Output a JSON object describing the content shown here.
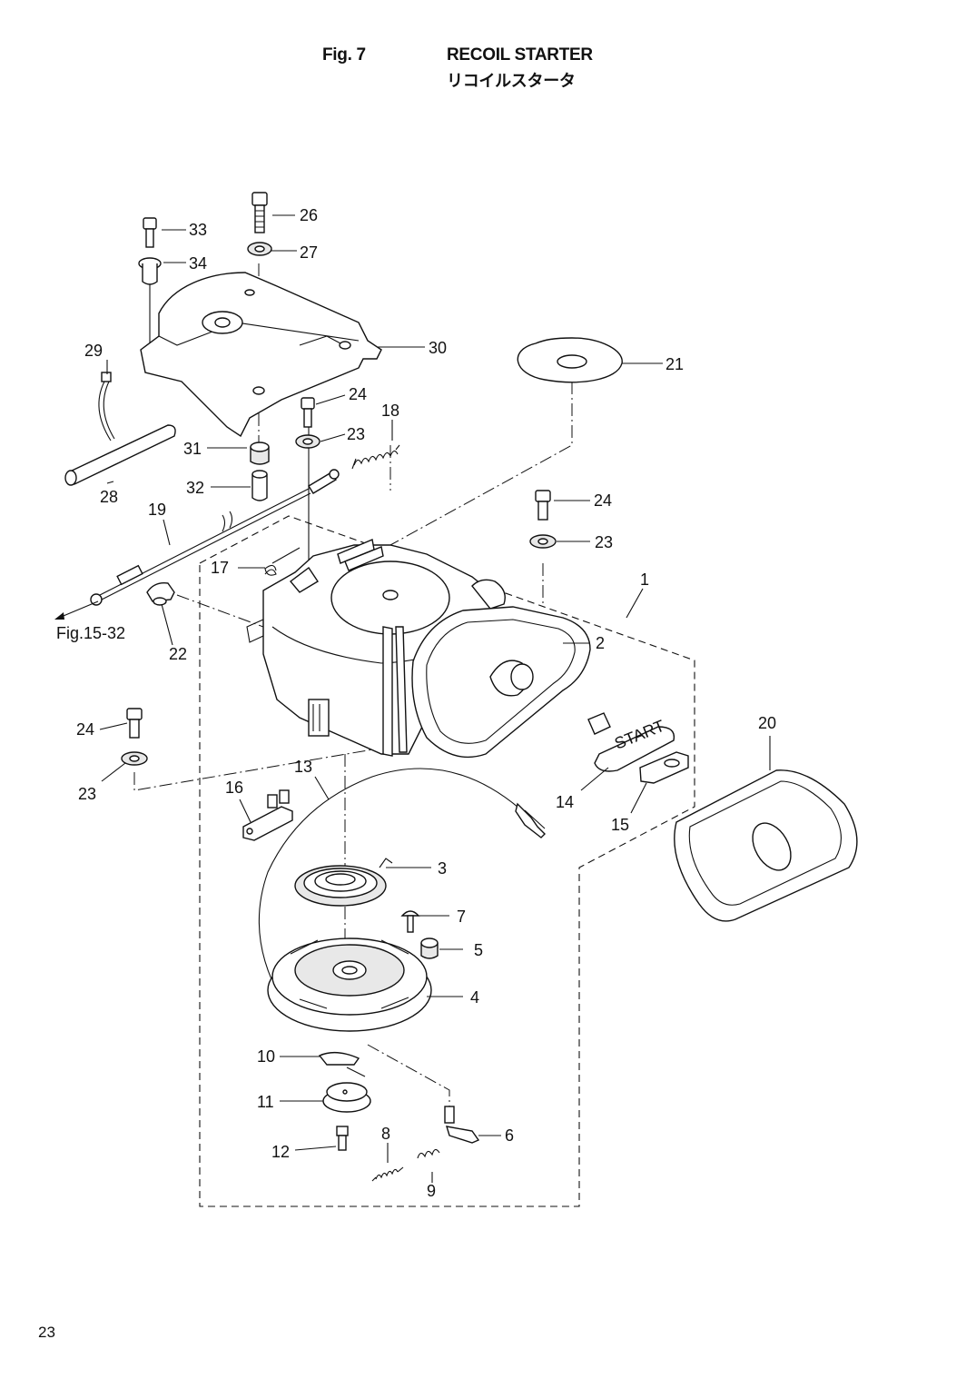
{
  "header": {
    "fig_number": "Fig. 7",
    "title_en": "RECOIL STARTER",
    "title_jp": "リコイルスタータ"
  },
  "page_number": "23",
  "references": [
    {
      "id": "ref-fig15",
      "text": "Fig.15-32"
    }
  ],
  "callouts": [
    {
      "id": "1",
      "text": "1"
    },
    {
      "id": "2",
      "text": "2"
    },
    {
      "id": "3",
      "text": "3"
    },
    {
      "id": "4",
      "text": "4"
    },
    {
      "id": "5",
      "text": "5"
    },
    {
      "id": "6",
      "text": "6"
    },
    {
      "id": "7",
      "text": "7"
    },
    {
      "id": "8",
      "text": "8"
    },
    {
      "id": "9",
      "text": "9"
    },
    {
      "id": "10",
      "text": "10"
    },
    {
      "id": "11",
      "text": "11"
    },
    {
      "id": "12",
      "text": "12"
    },
    {
      "id": "13",
      "text": "13"
    },
    {
      "id": "14",
      "text": "14"
    },
    {
      "id": "15",
      "text": "15"
    },
    {
      "id": "16",
      "text": "16"
    },
    {
      "id": "17",
      "text": "17"
    },
    {
      "id": "18",
      "text": "18"
    },
    {
      "id": "19",
      "text": "19"
    },
    {
      "id": "20",
      "text": "20"
    },
    {
      "id": "21",
      "text": "21"
    },
    {
      "id": "22",
      "text": "22"
    },
    {
      "id": "23a",
      "text": "23"
    },
    {
      "id": "23b",
      "text": "23"
    },
    {
      "id": "23c",
      "text": "23"
    },
    {
      "id": "24a",
      "text": "24"
    },
    {
      "id": "24b",
      "text": "24"
    },
    {
      "id": "24c",
      "text": "24"
    },
    {
      "id": "26",
      "text": "26"
    },
    {
      "id": "27",
      "text": "27"
    },
    {
      "id": "28",
      "text": "28"
    },
    {
      "id": "29",
      "text": "29"
    },
    {
      "id": "30",
      "text": "30"
    },
    {
      "id": "31",
      "text": "31"
    },
    {
      "id": "32",
      "text": "32"
    },
    {
      "id": "33",
      "text": "33"
    },
    {
      "id": "34",
      "text": "34"
    }
  ],
  "handle_text": "START"
}
